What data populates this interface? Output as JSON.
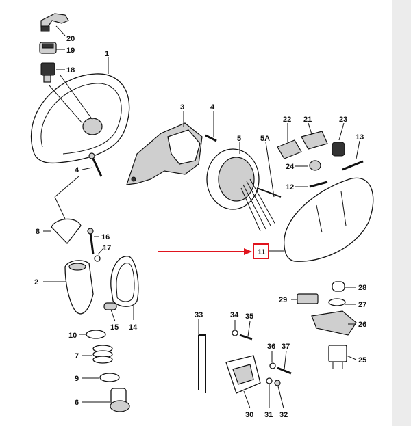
{
  "callouts": [
    {
      "id": "c20",
      "text": "20"
    },
    {
      "id": "c19",
      "text": "19"
    },
    {
      "id": "c18",
      "text": "18"
    },
    {
      "id": "c1",
      "text": "1"
    },
    {
      "id": "c3",
      "text": "3"
    },
    {
      "id": "c4a",
      "text": "4"
    },
    {
      "id": "c4b",
      "text": "4"
    },
    {
      "id": "c5",
      "text": "5"
    },
    {
      "id": "c5a",
      "text": "5A"
    },
    {
      "id": "c22",
      "text": "22"
    },
    {
      "id": "c21",
      "text": "21"
    },
    {
      "id": "c23",
      "text": "23"
    },
    {
      "id": "c13",
      "text": "13"
    },
    {
      "id": "c24",
      "text": "24"
    },
    {
      "id": "c12",
      "text": "12"
    },
    {
      "id": "c8",
      "text": "8"
    },
    {
      "id": "c16",
      "text": "16"
    },
    {
      "id": "c17",
      "text": "17"
    },
    {
      "id": "c11",
      "text": "11"
    },
    {
      "id": "c2",
      "text": "2"
    },
    {
      "id": "c14",
      "text": "14"
    },
    {
      "id": "c15",
      "text": "15"
    },
    {
      "id": "c10",
      "text": "10"
    },
    {
      "id": "c7",
      "text": "7"
    },
    {
      "id": "c9",
      "text": "9"
    },
    {
      "id": "c6",
      "text": "6"
    },
    {
      "id": "c28",
      "text": "28"
    },
    {
      "id": "c29",
      "text": "29"
    },
    {
      "id": "c27",
      "text": "27"
    },
    {
      "id": "c26",
      "text": "26"
    },
    {
      "id": "c25",
      "text": "25"
    },
    {
      "id": "c33",
      "text": "33"
    },
    {
      "id": "c34",
      "text": "34"
    },
    {
      "id": "c35",
      "text": "35"
    },
    {
      "id": "c36",
      "text": "36"
    },
    {
      "id": "c37",
      "text": "37"
    },
    {
      "id": "c30",
      "text": "30"
    },
    {
      "id": "c31",
      "text": "31"
    },
    {
      "id": "c32",
      "text": "32"
    }
  ],
  "highlight": {
    "callout": "11",
    "arrow_color": "#e0141e",
    "box_color": "#e0141e"
  }
}
